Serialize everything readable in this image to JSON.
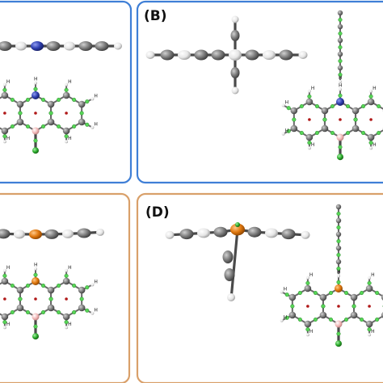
{
  "panels": [
    {
      "label": "",
      "frame_color": "#3f7fd6",
      "center": "N",
      "center_color": "#2f3fb0"
    },
    {
      "label": "(B)",
      "frame_color": "#3f7fd6",
      "center": "N",
      "center_color": "#2f3fb0"
    },
    {
      "label": "",
      "frame_color": "#d9a06a",
      "center": "P",
      "center_color": "#e0780e"
    },
    {
      "label": "(D)",
      "frame_color": "#d9a06a",
      "center": "P",
      "center_color": "#e0780e"
    }
  ],
  "colors": {
    "carbon": "#7c7c7c",
    "hydrogen": "#f2f2f2",
    "boron": "#f1b6b6",
    "chlorine": "#2eae2e",
    "critical_point_bond": "#57d457",
    "critical_point_ring": "#b01818"
  }
}
